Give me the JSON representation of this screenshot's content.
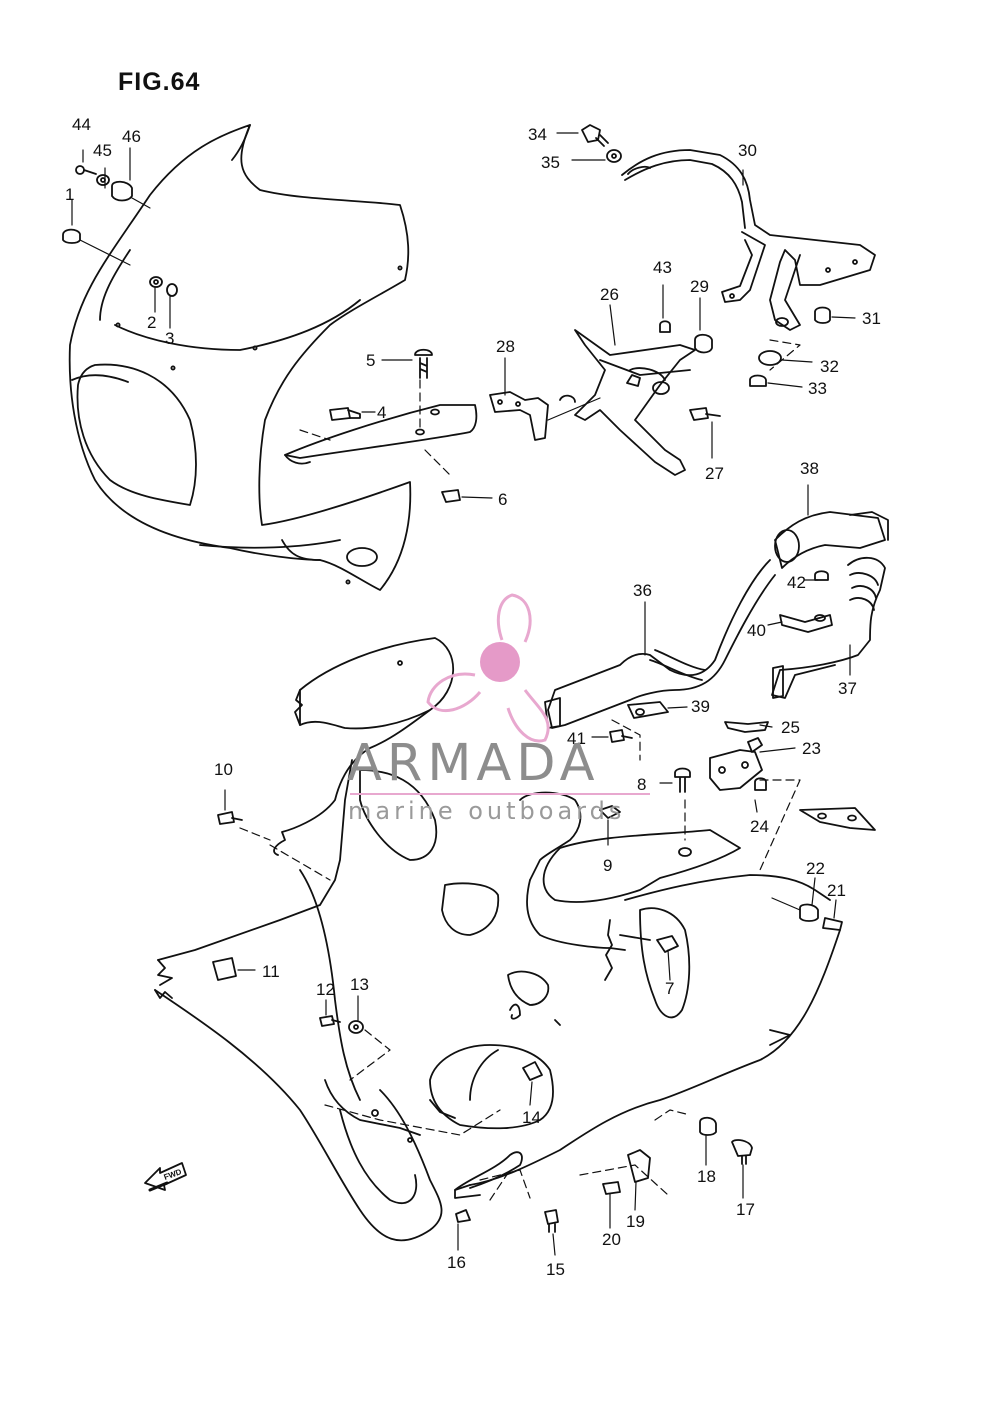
{
  "figure": {
    "title": "FIG.64"
  },
  "watermark": {
    "name": "ARMADA",
    "tagline": "marine outboards",
    "colors": {
      "propeller": "#e8a8cf",
      "hub": "#e59ac8",
      "text": "#8d8d8d"
    }
  },
  "badge": {
    "label": "FWD"
  },
  "callouts": [
    "44",
    "45",
    "46",
    "1",
    "2",
    "3",
    "5",
    "4",
    "6",
    "34",
    "35",
    "30",
    "43",
    "29",
    "26",
    "28",
    "31",
    "32",
    "33",
    "27",
    "38",
    "36",
    "42",
    "40",
    "37",
    "39",
    "25",
    "41",
    "23",
    "8",
    "24",
    "9",
    "10",
    "22",
    "21",
    "7",
    "11",
    "12",
    "13",
    "14",
    "18",
    "17",
    "19",
    "20",
    "16",
    "15"
  ],
  "colors": {
    "line": "#111111",
    "paper": "#ffffff"
  }
}
